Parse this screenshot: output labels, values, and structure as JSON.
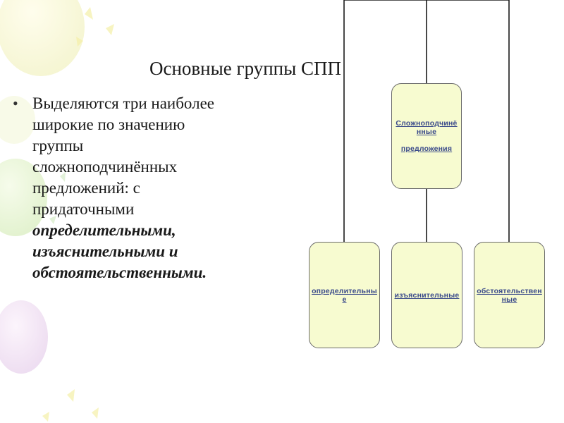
{
  "slide": {
    "title": "Основные группы СПП",
    "bullet": {
      "lines": [
        "Выделяются три наиболее",
        "широкие по значению",
        "группы",
        "сложноподчинённых",
        "предложений: с",
        "придаточными"
      ],
      "emphasis": [
        "определительными,",
        "изъяснительными и",
        "обстоятельственными."
      ]
    }
  },
  "diagram": {
    "root": {
      "line1": "Сложноподчинённые",
      "line2": "предложения"
    },
    "children": [
      {
        "label": "определительные"
      },
      {
        "label": "изъяснительные"
      },
      {
        "label": "обстоятельственные"
      }
    ]
  },
  "colors": {
    "box_fill": "#f7fbd0",
    "box_border": "#6b6b6b",
    "box_text": "#3a4a8a",
    "connector": "#1a1a1a"
  }
}
